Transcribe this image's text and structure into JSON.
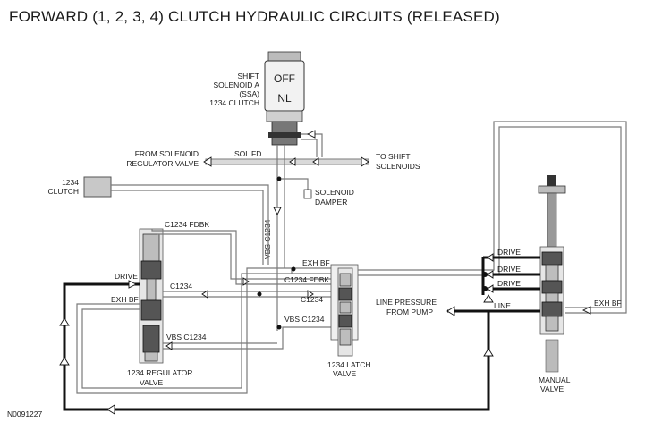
{
  "title": "FORWARD (1, 2, 3, 4) CLUTCH HYDRAULIC CIRCUITS (RELEASED)",
  "figure_id": "N0091227",
  "solenoid": {
    "label_lines": [
      "SHIFT",
      "SOLENOID A",
      "(SSA)",
      "1234 CLUTCH"
    ],
    "state_off": "OFF",
    "state_nl": "NL"
  },
  "labels": {
    "from_solenoid_1": "FROM SOLENOID",
    "from_solenoid_2": "REGULATOR VALVE",
    "sol_fd": "SOL FD",
    "to_shift_1": "TO SHIFT",
    "to_shift_2": "SOLENOIDS",
    "clutch_1": "1234",
    "clutch_2": "CLUTCH",
    "solenoid_damper_1": "SOLENOID",
    "solenoid_damper_2": "DAMPER",
    "vbs_c1234_vertical": "VBS C1234",
    "c1234_fdbk_top": "C1234 FDBK",
    "drive_left": "DRIVE",
    "exh_bf_left": "EXH BF",
    "c1234_mid": "C1234",
    "vbs_c1234_reg": "VBS C1234",
    "reg_valve_1": "1234 REGULATOR",
    "reg_valve_2": "VALVE",
    "exh_bf_center": "EXH BF",
    "c1234_fdbk_center": "C1234 FDBK",
    "c1234_center": "C1234",
    "vbs_c1234_center": "VBS C1234",
    "latch_valve_1": "1234 LATCH",
    "latch_valve_2": "VALVE",
    "drive_1": "DRIVE",
    "drive_2": "DRIVE",
    "drive_3": "DRIVE",
    "line_pressure_1": "LINE PRESSURE",
    "line_pressure_2": "FROM PUMP",
    "line": "LINE",
    "exh_bf_right": "EXH BF",
    "manual_valve_1": "MANUAL",
    "manual_valve_2": "VALVE"
  }
}
